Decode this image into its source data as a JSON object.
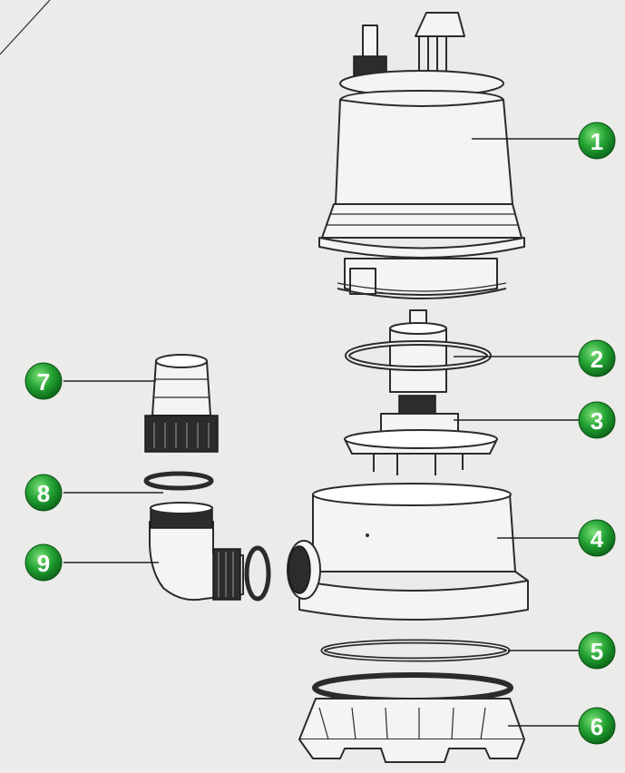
{
  "callouts": [
    {
      "id": "part-1",
      "label": "1"
    },
    {
      "id": "part-2",
      "label": "2"
    },
    {
      "id": "part-3",
      "label": "3"
    },
    {
      "id": "part-4",
      "label": "4"
    },
    {
      "id": "part-5",
      "label": "5"
    },
    {
      "id": "part-6",
      "label": "6"
    },
    {
      "id": "part-7",
      "label": "7"
    },
    {
      "id": "part-8",
      "label": "8"
    },
    {
      "id": "part-9",
      "label": "9"
    }
  ],
  "colors": {
    "badge_fill": "#1f9a2e",
    "badge_highlight": "#6fd86a",
    "line": "#2b2b2b",
    "background": "#ebebe9"
  }
}
